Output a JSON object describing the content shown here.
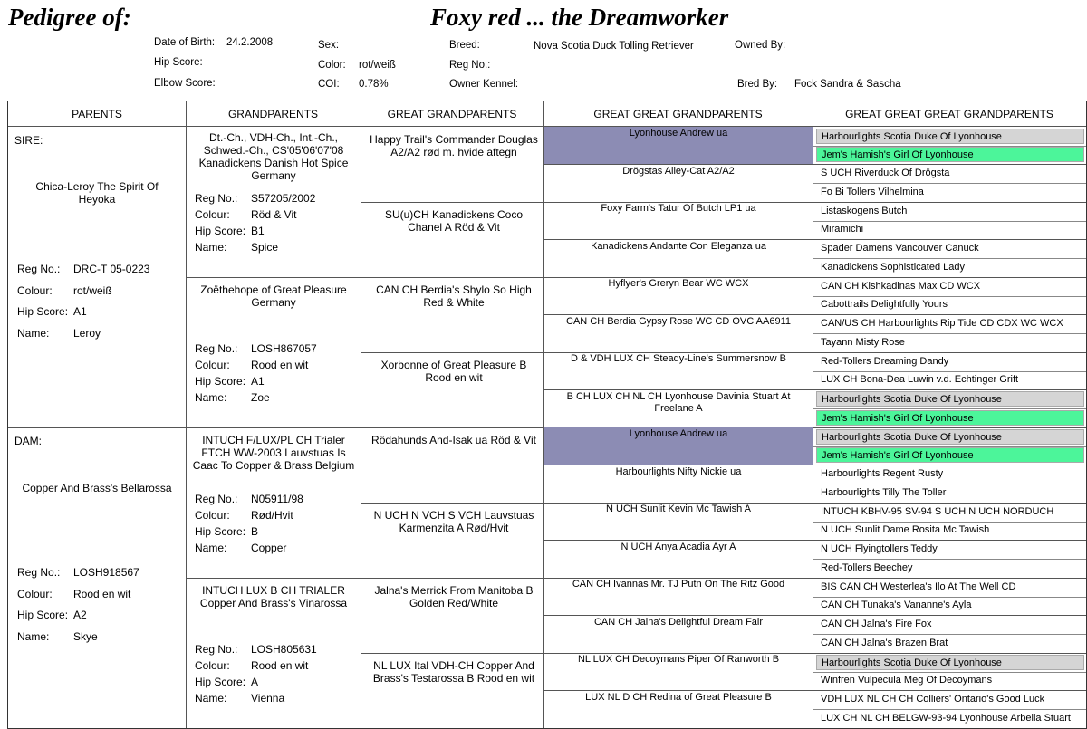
{
  "header": {
    "pedigree_label": "Pedigree of:",
    "dog_name": "Foxy red ... the Dreamworker",
    "dob_label": "Date of Birth:",
    "dob_value": "24.2.2008",
    "hip_label": "Hip Score:",
    "elbow_label": "Elbow Score:",
    "sex_label": "Sex:",
    "color_label": "Color:",
    "color_value": "rot/weiß",
    "coi_label": "COI:",
    "coi_value": "0.78%",
    "breed_label": "Breed:",
    "breed_value": "Nova Scotia Duck Tolling Retriever",
    "reg_label": "Reg No.:",
    "kennel_label": "Owner Kennel:",
    "owned_label": "Owned By:",
    "bred_label": "Bred By:",
    "bred_value": "Fock Sandra & Sascha"
  },
  "columns": [
    "PARENTS",
    "GRANDPARENTS",
    "GREAT GRANDPARENTS",
    "GREAT GREAT GRANDPARENTS",
    "GREAT GREAT GREAT GRANDPARENTS"
  ],
  "labels": {
    "reg": "Reg No.:",
    "colour": "Colour:",
    "hip": "Hip Score:",
    "name": "Name:"
  },
  "parents": [
    {
      "role": "SIRE:",
      "name": "Chica-Leroy The Spirit Of Heyoka",
      "reg": "DRC-T 05-0223",
      "colour": "rot/weiß",
      "hip": "A1",
      "callname": "Leroy"
    },
    {
      "role": "DAM:",
      "name": "Copper And Brass's Bellarossa",
      "reg": "LOSH918567",
      "colour": "Rood en wit",
      "hip": "A2",
      "callname": "Skye"
    }
  ],
  "grandparents": [
    {
      "name": "Dt.-Ch., VDH-Ch., Int.-Ch., Schwed.-Ch., CS'05'06'07'08 Kanadickens Danish Hot Spice Germany",
      "reg": "S57205/2002",
      "colour": "Röd & Vit",
      "hip": "B1",
      "callname": "Spice"
    },
    {
      "name": "Zoëthehope of Great Pleasure Germany",
      "reg": "LOSH867057",
      "colour": "Rood en wit",
      "hip": "A1",
      "callname": "Zoe"
    },
    {
      "name": "INTUCH F/LUX/PL CH Trialer FTCH WW-2003 Lauvstuas Is Caac To Copper & Brass Belgium",
      "reg": "N05911/98",
      "colour": "Rød/Hvit",
      "hip": "B",
      "callname": "Copper"
    },
    {
      "name": "INTUCH LUX B CH TRIALER Copper And Brass's Vinarossa",
      "reg": "LOSH805631",
      "colour": "Rood en wit",
      "hip": "A",
      "callname": "Vienna"
    }
  ],
  "great_grandparents": [
    "Happy Trail's Commander Douglas A2/A2 rød m. hvide aftegn",
    "SU(u)CH Kanadickens Coco Chanel A Röd & Vit",
    "CAN CH Berdia's Shylo So High Red & White",
    "Xorbonne of Great Pleasure B Rood en wit",
    "Rödahunds And-Isak ua Röd & Vit",
    "N UCH N VCH S VCH Lauvstuas Karmenzita A Rød/Hvit",
    "Jalna's Merrick From Manitoba B Golden Red/White",
    "NL LUX Ital VDH-CH Copper And Brass's Testarossa B Rood en wit"
  ],
  "g4": [
    "Lyonhouse Andrew ua",
    "Drögstas Alley-Cat A2/A2",
    "Foxy Farm's Tatur Of Butch LP1 ua",
    "Kanadickens Andante Con Eleganza ua",
    "Hyflyer's Greryn Bear WC WCX",
    "CAN CH Berdia Gypsy Rose WC CD OVC AA6911",
    "D & VDH LUX CH Steady-Line's Summersnow B",
    "B CH LUX CH NL CH Lyonhouse Davinia Stuart At Freelane A",
    "Lyonhouse Andrew ua",
    "Harbourlights Nifty Nickie ua",
    "N UCH Sunlit Kevin Mc Tawish A",
    "N UCH Anya Acadia Ayr A",
    "CAN CH Ivannas Mr. TJ Putn On The Ritz Good",
    "CAN CH Jalna's Delightful Dream Fair",
    "NL LUX CH Decoymans Piper Of Ranworth B",
    "LUX NL D CH Redina of Great Pleasure B"
  ],
  "g4_highlight": [
    true,
    false,
    false,
    false,
    false,
    false,
    false,
    false,
    true,
    false,
    false,
    false,
    false,
    false,
    false,
    false
  ],
  "g5": [
    "Harbourlights Scotia Duke Of Lyonhouse",
    "Jem's Hamish's Girl Of Lyonhouse",
    "S UCH Riverduck Of Drögsta",
    "Fo Bi Tollers Vilhelmina",
    "Listaskogens Butch",
    "Miramichi",
    "Spader Damens Vancouver Canuck",
    "Kanadickens Sophisticated Lady",
    "CAN CH Kishkadinas Max CD WCX",
    "Cabottrails Delightfully Yours",
    "CAN/US CH Harbourlights Rip Tide CD CDX WC WCX",
    "Tayann Misty Rose",
    "Red-Tollers Dreaming Dandy",
    "LUX CH Bona-Dea Luwin v.d. Echtinger Grift",
    "Harbourlights Scotia Duke Of Lyonhouse",
    "Jem's Hamish's Girl Of Lyonhouse",
    "Harbourlights Scotia Duke Of Lyonhouse",
    "Jem's Hamish's Girl Of Lyonhouse",
    "Harbourlights Regent Rusty",
    "Harbourlights Tilly The Toller",
    "INTUCH KBHV-95 SV-94 S UCH N UCH NORDUCH",
    "N UCH Sunlit Dame Rosita Mc Tawish",
    "N UCH Flyingtollers Teddy",
    "Red-Tollers Beechey",
    "BIS CAN CH Westerlea's Ilo At The Well CD",
    "CAN CH Tunaka's Vananne's Ayla",
    "CAN CH Jalna's Fire Fox",
    "CAN CH Jalna's Brazen Brat",
    "Harbourlights Scotia Duke Of Lyonhouse",
    "Winfren Vulpecula Meg Of Decoymans",
    "VDH LUX NL CH CH Colliers' Ontario's Good Luck",
    "LUX CH NL CH BELGW-93-94 Lyonhouse Arbella Stuart"
  ],
  "g5_highlight": [
    "grey",
    "green",
    "",
    "",
    "",
    "",
    "",
    "",
    "",
    "",
    "",
    "",
    "",
    "",
    "grey",
    "green",
    "grey",
    "green",
    "",
    "",
    "",
    "",
    "",
    "",
    "",
    "",
    "",
    "",
    "grey",
    "",
    "",
    ""
  ],
  "colors": {
    "lavender": "#8c8cb4",
    "grey": "#d5d5d5",
    "green": "#4cf59a"
  }
}
